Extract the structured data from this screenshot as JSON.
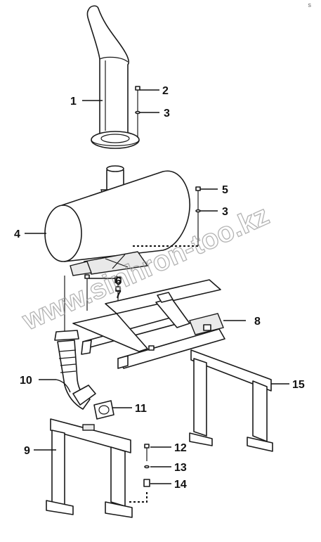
{
  "corner_mark": "s",
  "watermark": "www.sinhron-too.kz",
  "callouts": [
    {
      "label": "1"
    },
    {
      "label": "2"
    },
    {
      "label": "3"
    },
    {
      "label": "5"
    },
    {
      "label": "3"
    },
    {
      "label": "4"
    },
    {
      "label": "6"
    },
    {
      "label": "7"
    },
    {
      "label": "8"
    },
    {
      "label": "10"
    },
    {
      "label": "11"
    },
    {
      "label": "9"
    },
    {
      "label": "12"
    },
    {
      "label": "13"
    },
    {
      "label": "14"
    },
    {
      "label": "15"
    }
  ]
}
